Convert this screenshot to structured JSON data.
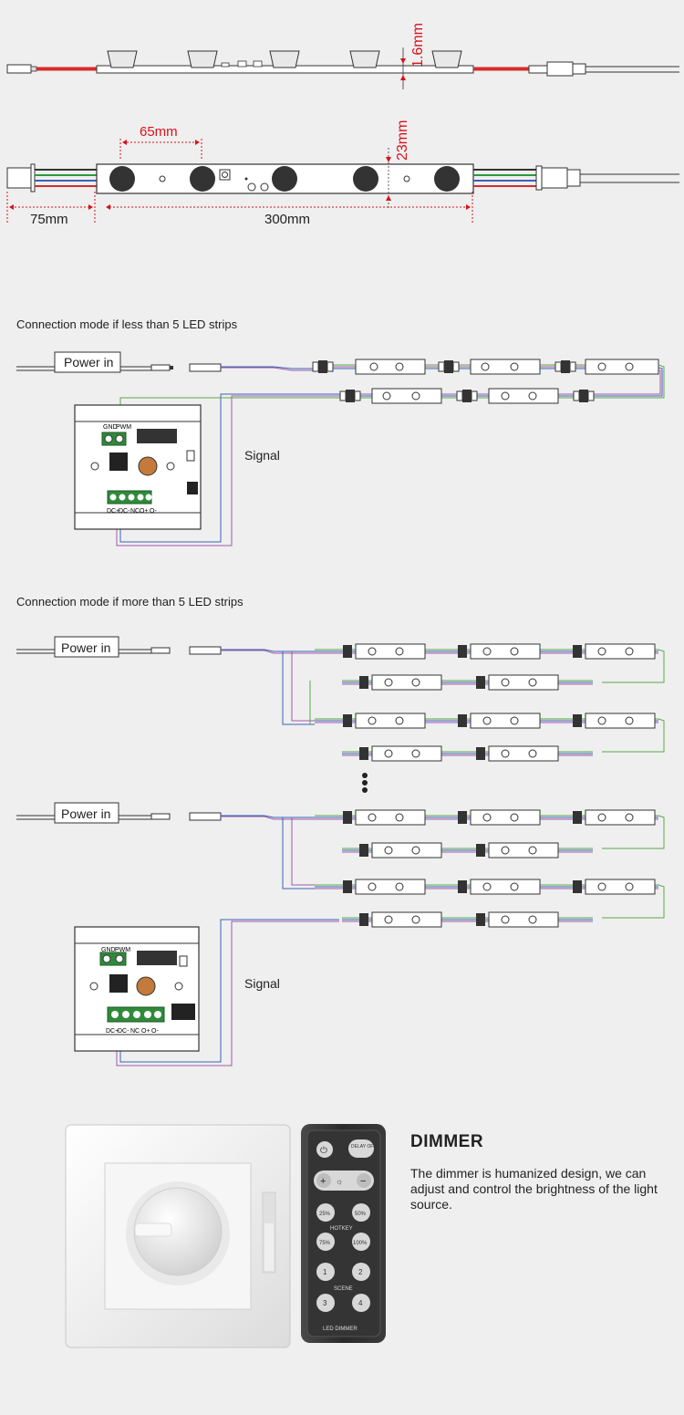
{
  "dimensions": {
    "height_label": "1.6mm",
    "width_label": "23mm",
    "pitch_label": "65mm",
    "lead_label": "75mm",
    "length_label": "300mm"
  },
  "section1": {
    "caption": "Connection mode if less than 5 LED strips",
    "power_label": "Power in",
    "signal_label": "Signal"
  },
  "section2": {
    "caption": "Connection mode if more than 5 LED strips",
    "power_label_1": "Power in",
    "power_label_2": "Power in",
    "signal_label": "Signal"
  },
  "controller": {
    "top_labels": [
      "GND",
      "PWM"
    ],
    "bottom_labels": [
      "DC+",
      "DC-",
      "NC",
      "O+",
      "O-"
    ]
  },
  "remote": {
    "power_icon": "power-icon",
    "delay_label": "DELAY OFF",
    "plus": "+",
    "minus": "−",
    "hotkey_label": "HOTKEY",
    "hotkeys": [
      "25%",
      "50%",
      "75%",
      "100%"
    ],
    "scene_label": "SCENE",
    "scenes": [
      "1",
      "2",
      "3",
      "4"
    ],
    "brand_label": "LED DIMMER"
  },
  "dimmer": {
    "title": "DIMMER",
    "description": "The dimmer is humanized design, we can adjust and control the brightness of the light source."
  },
  "colors": {
    "dimension_red": "#d8121b",
    "wire_purple": "#a05aa8",
    "wire_blue": "#3a63b8",
    "wire_green": "#5aa84a",
    "terminal_green": "#2f8a3a"
  }
}
